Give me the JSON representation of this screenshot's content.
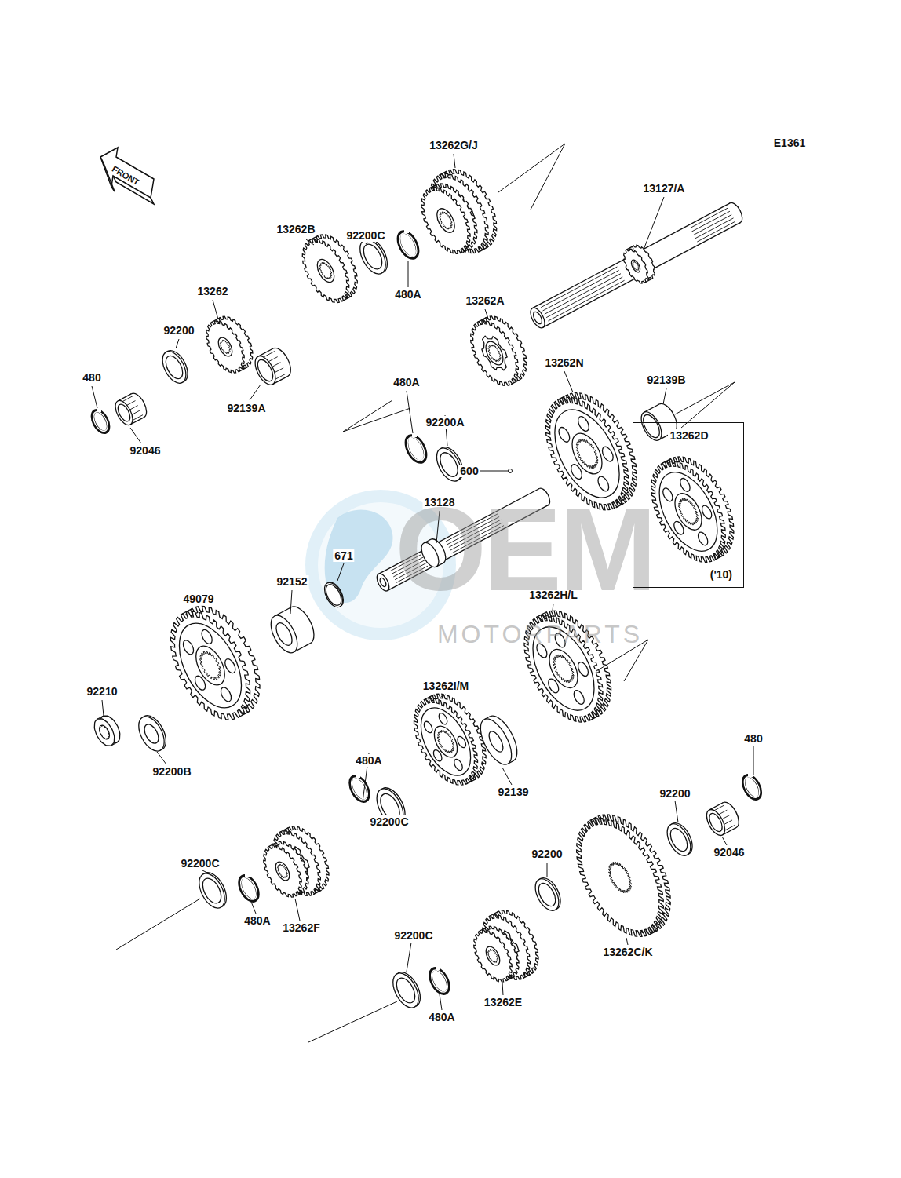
{
  "diagram": {
    "nodes": [
      {
        "text": [
          "13262D",
          "('10)"
        ]
      }
    ],
    "labels": [
      "E1361",
      "FRONT",
      "13262G/J",
      "13127/A",
      "92200C",
      "13262B",
      "480A",
      "13262",
      "92200",
      "92139A",
      "13262A",
      "480A",
      "92200A",
      "480",
      "92046",
      "13262N",
      "92139B",
      "600",
      "13128",
      "671",
      "92152",
      "49079",
      "13262H/L",
      "92210",
      "92200B",
      "13262I/M",
      "480A",
      "92200C",
      "92139",
      "480",
      "92200",
      "92046",
      "92200",
      "92200C",
      "480A",
      "13262F",
      "92200C",
      "480A",
      "13262E",
      "13262C/K",
      "OEM",
      "MOTORPARTS"
    ]
  }
}
